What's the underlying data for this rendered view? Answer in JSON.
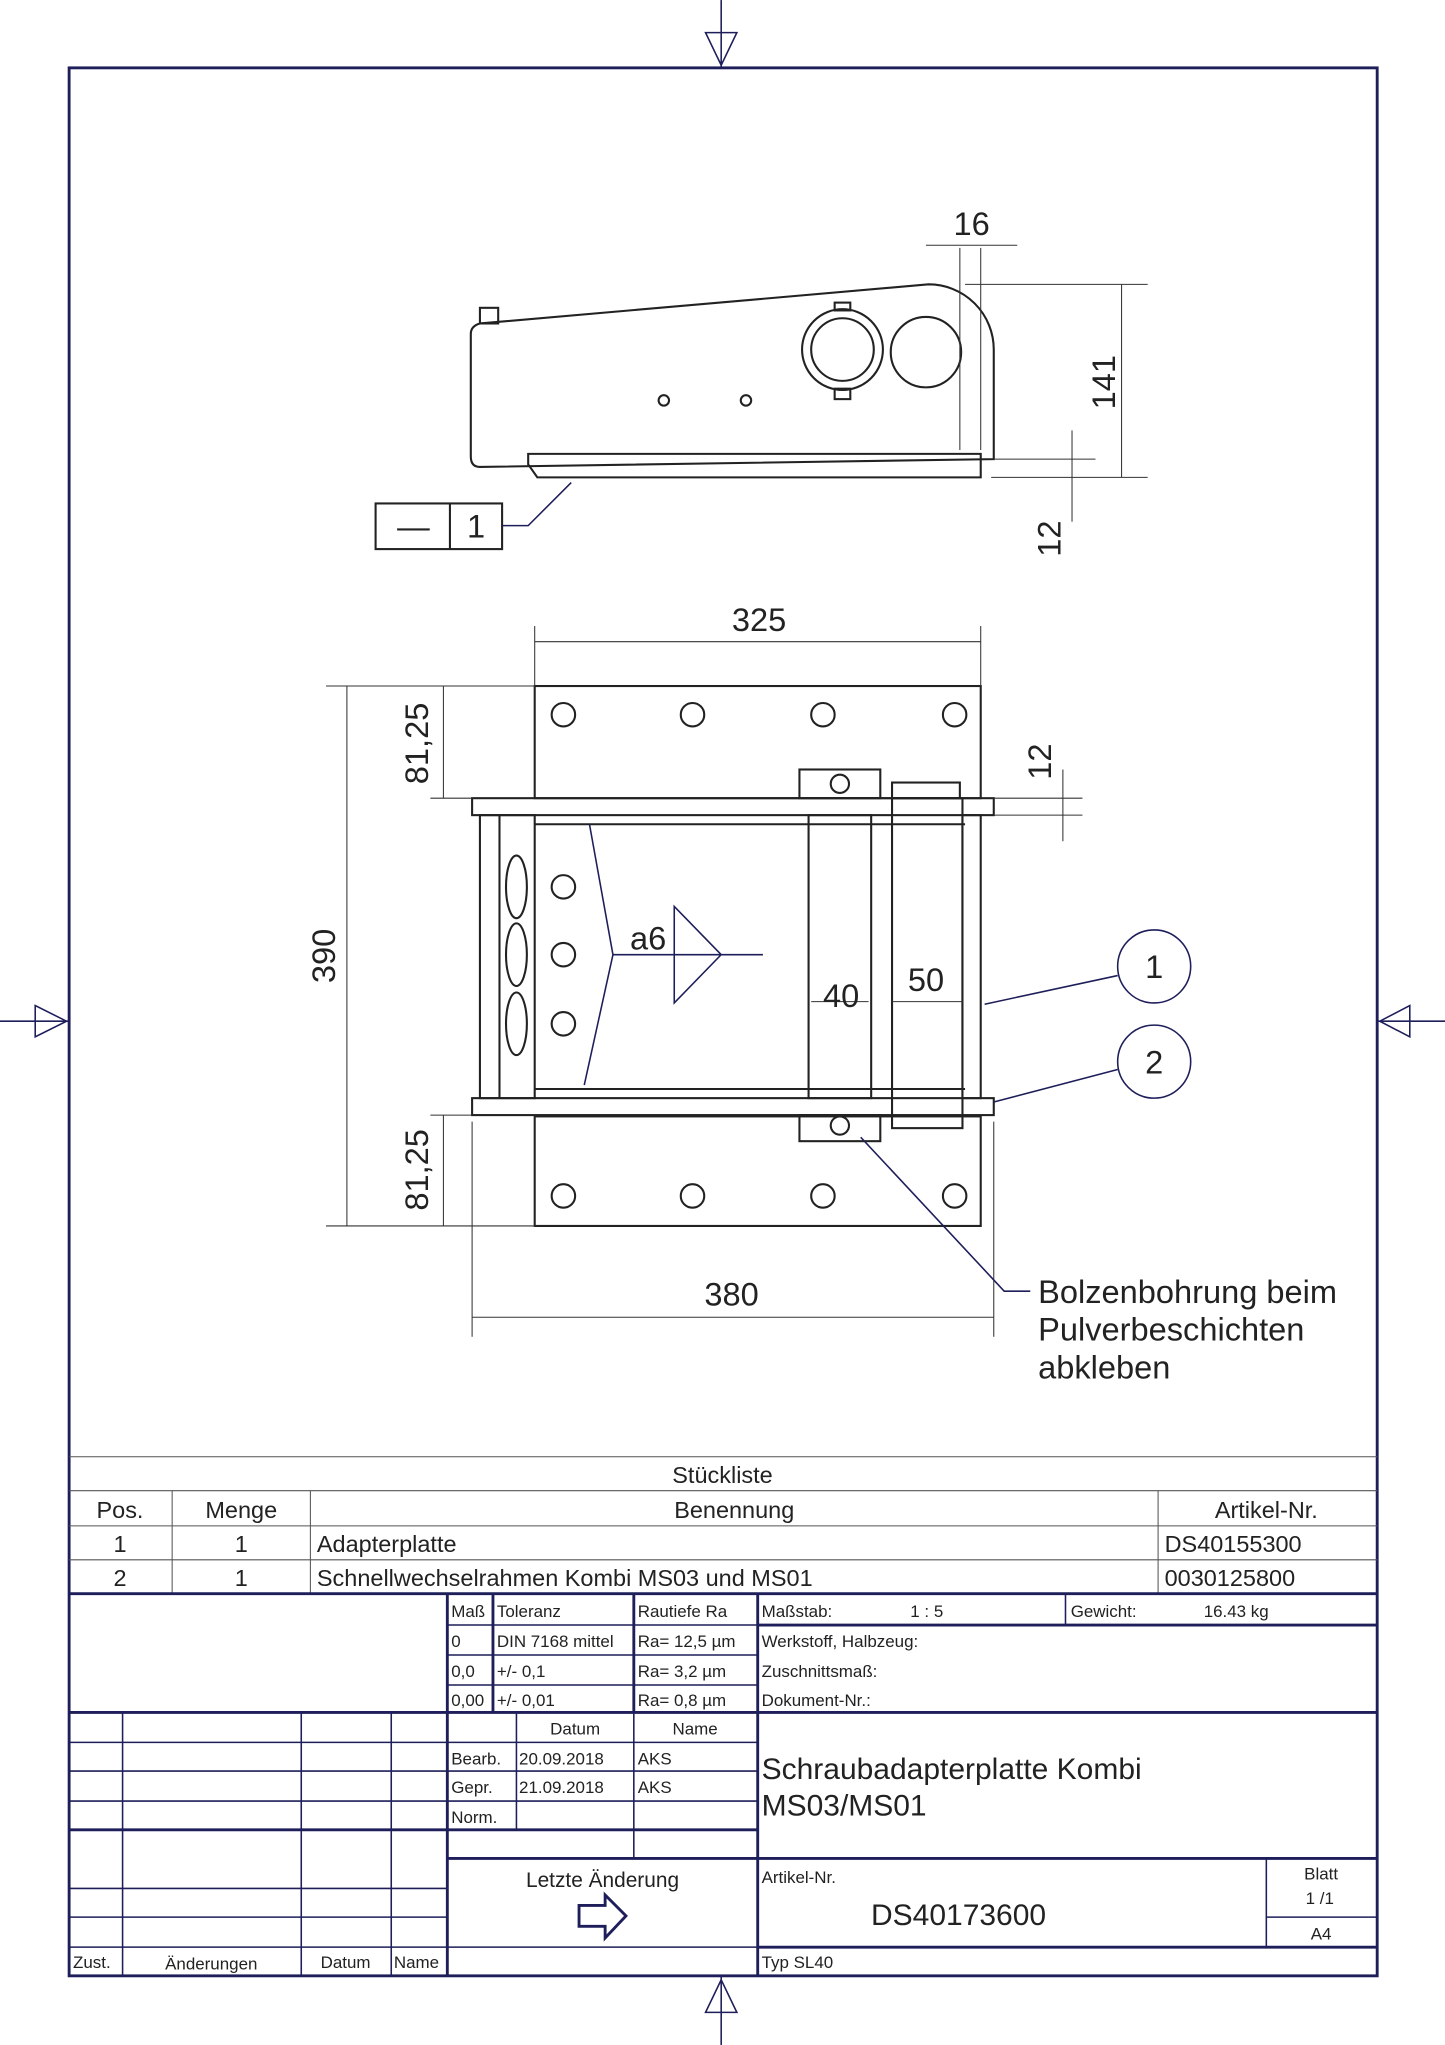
{
  "drawing": {
    "dims": {
      "d16": "16",
      "d141": "141",
      "d12a": "12",
      "d325": "325",
      "d8125a": "81,25",
      "d12b": "12",
      "d390": "390",
      "d8125b": "81,25",
      "d380": "380",
      "d40": "40",
      "d50": "50",
      "weld": "a6"
    },
    "flatness": {
      "symbol": "—",
      "value": "1"
    },
    "balloons": [
      "1",
      "2"
    ],
    "note": [
      "Bolzenbohrung beim",
      "Pulverbeschichten",
      "abkleben"
    ]
  },
  "bom": {
    "title": "Stückliste",
    "headers": [
      "Pos.",
      "Menge",
      "Benennung",
      "Artikel-Nr."
    ],
    "rows": [
      [
        "1",
        "1",
        "Adapterplatte",
        "DS40155300"
      ],
      [
        "2",
        "1",
        "Schnellwechselrahmen Kombi MS03 und MS01",
        "0030125800"
      ]
    ]
  },
  "tolerance": {
    "headers": [
      "Maß",
      "Toleranz",
      "Rautiefe Ra"
    ],
    "rows": [
      [
        "0",
        "DIN 7168 mittel",
        "Ra= 12,5 µm"
      ],
      [
        "0,0",
        "+/- 0,1",
        "Ra= 3,2 µm"
      ],
      [
        "0,00",
        "+/- 0,01",
        "Ra= 0,8 µm"
      ]
    ]
  },
  "info": {
    "scale_label": "Maßstab:",
    "scale": "1 : 5",
    "weight_label": "Gewicht:",
    "weight": "16.43 kg",
    "material": "Werkstoff, Halbzeug:",
    "cut": "Zuschnittsmaß:",
    "doc": "Dokument-Nr.:"
  },
  "approval": {
    "headers": [
      "Datum",
      "Name"
    ],
    "rows": [
      [
        "Bearb.",
        "20.09.2018",
        "AKS"
      ],
      [
        "Gepr.",
        "21.09.2018",
        "AKS"
      ],
      [
        "Norm.",
        "",
        ""
      ]
    ]
  },
  "revision": {
    "headers": [
      "Zust.",
      "Änderungen",
      "Datum",
      "Name"
    ],
    "last_change": "Letzte Änderung"
  },
  "title": {
    "line1": "Schraubadapterplatte Kombi",
    "line2": "MS03/MS01"
  },
  "article": {
    "label": "Artikel-Nr.",
    "number": "DS40173600",
    "sheet_label": "Blatt",
    "sheet": "1 /1",
    "format": "A4",
    "type": "Typ  SL40"
  }
}
